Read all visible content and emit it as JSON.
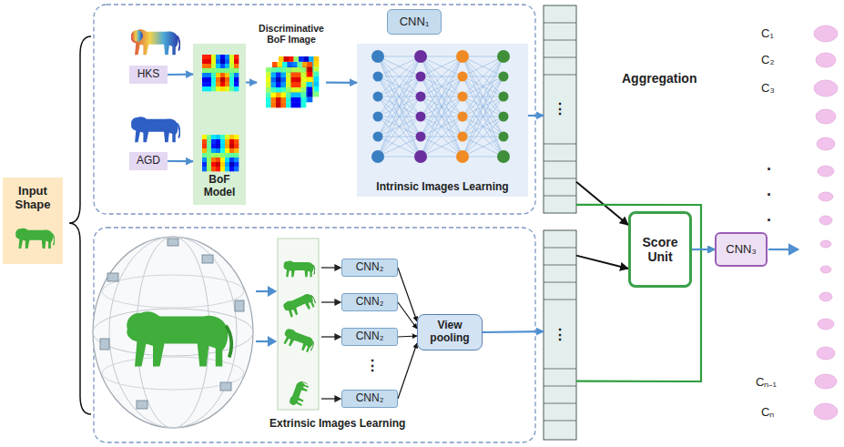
{
  "diagram": {
    "nodes": [
      {
        "text": [
          "Input Shape"
        ]
      },
      {
        "text": [
          "HKS"
        ]
      },
      {
        "text": [
          "AGD"
        ]
      },
      {
        "text": [
          "BoF Model"
        ]
      },
      {
        "text": [
          "Discriminative BoF Image"
        ]
      },
      {
        "text": [
          "CNN₁"
        ]
      },
      {
        "text": [
          "Intrinsic Images Learning"
        ]
      },
      {
        "text": [
          "⋮"
        ]
      },
      {
        "text": [
          "CNN₂"
        ]
      },
      {
        "text": [
          "CNN₂"
        ]
      },
      {
        "text": [
          "CNN₂"
        ]
      },
      {
        "text": [
          "CNN₂"
        ]
      },
      {
        "text": [
          "View pooling"
        ]
      },
      {
        "text": [
          "⋮"
        ]
      },
      {
        "text": [
          "Score Unit"
        ]
      },
      {
        "text": [
          "CNN₃"
        ]
      }
    ],
    "edges": [
      {
        "from": 1,
        "to": 3,
        "arrow": "to"
      },
      {
        "from": 2,
        "to": 3,
        "arrow": "to"
      },
      {
        "from": 3,
        "to": 4,
        "arrow": "to"
      },
      {
        "from": 4,
        "to": 6,
        "arrow": "to"
      },
      {
        "from": 6,
        "to": 7,
        "arrow": "to"
      },
      {
        "from": 8,
        "to": 12,
        "arrow": "to"
      },
      {
        "from": 9,
        "to": 12,
        "arrow": "to"
      },
      {
        "from": 10,
        "to": 12,
        "arrow": "to"
      },
      {
        "from": 11,
        "to": 12,
        "arrow": "to"
      },
      {
        "from": 12,
        "to": 13,
        "arrow": "to"
      },
      {
        "from": 7,
        "to": 14,
        "arrow": "to"
      },
      {
        "from": 13,
        "to": 14,
        "arrow": "to"
      },
      {
        "from": 7,
        "to": 15,
        "arrow": "to"
      },
      {
        "from": 13,
        "to": 15,
        "arrow": "to"
      },
      {
        "from": 14,
        "to": 15,
        "arrow": "to"
      }
    ],
    "labels": [
      "Aggregation",
      "Extrinsic Images Learning",
      "⋮",
      "C₁",
      "C₂",
      "C₃",
      "·",
      "·",
      "·",
      "Cₙ₋₁",
      "Cₙ"
    ]
  }
}
